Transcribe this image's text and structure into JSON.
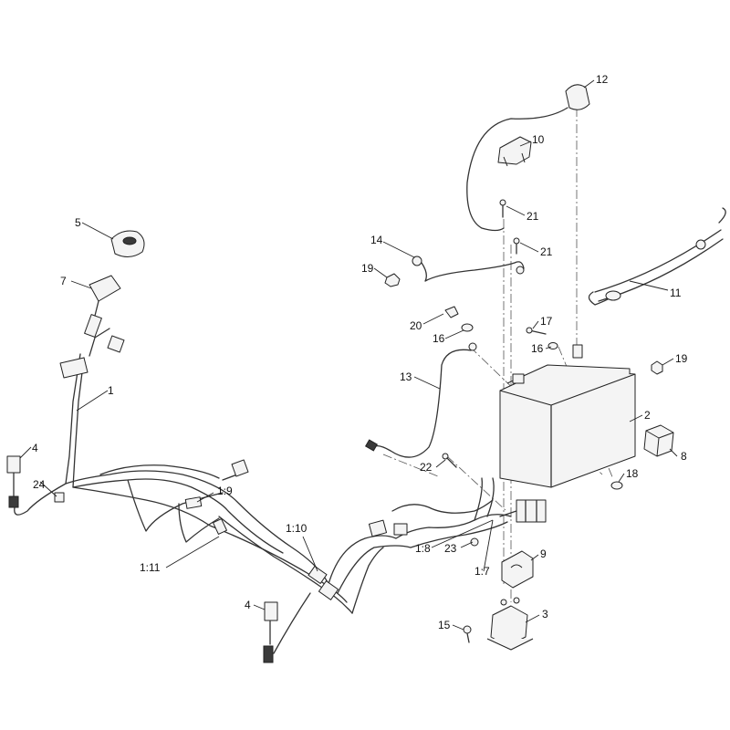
{
  "diagram": {
    "callouts": [
      {
        "id": "c12",
        "label": "12"
      },
      {
        "id": "c10",
        "label": "10"
      },
      {
        "id": "c21a",
        "label": "21"
      },
      {
        "id": "c21b",
        "label": "21"
      },
      {
        "id": "c14",
        "label": "14"
      },
      {
        "id": "c19a",
        "label": "19"
      },
      {
        "id": "c11",
        "label": "11"
      },
      {
        "id": "c5",
        "label": "5"
      },
      {
        "id": "c7",
        "label": "7"
      },
      {
        "id": "c20",
        "label": "20"
      },
      {
        "id": "c16a",
        "label": "16"
      },
      {
        "id": "c17",
        "label": "17"
      },
      {
        "id": "c16b",
        "label": "16"
      },
      {
        "id": "c19b",
        "label": "19"
      },
      {
        "id": "c13",
        "label": "13"
      },
      {
        "id": "c1",
        "label": "1"
      },
      {
        "id": "c2",
        "label": "2"
      },
      {
        "id": "c4a",
        "label": "4"
      },
      {
        "id": "c8",
        "label": "8"
      },
      {
        "id": "c24",
        "label": "24"
      },
      {
        "id": "c22",
        "label": "22"
      },
      {
        "id": "c18",
        "label": "18"
      },
      {
        "id": "c19",
        "label": "1:9"
      },
      {
        "id": "c110",
        "label": "1:10"
      },
      {
        "id": "c111",
        "label": "1:11"
      },
      {
        "id": "c18s",
        "label": "1:8"
      },
      {
        "id": "c23",
        "label": "23"
      },
      {
        "id": "c9",
        "label": "9"
      },
      {
        "id": "c17s",
        "label": "1:7"
      },
      {
        "id": "c4b",
        "label": "4"
      },
      {
        "id": "c3",
        "label": "3"
      },
      {
        "id": "c15",
        "label": "15"
      }
    ]
  }
}
